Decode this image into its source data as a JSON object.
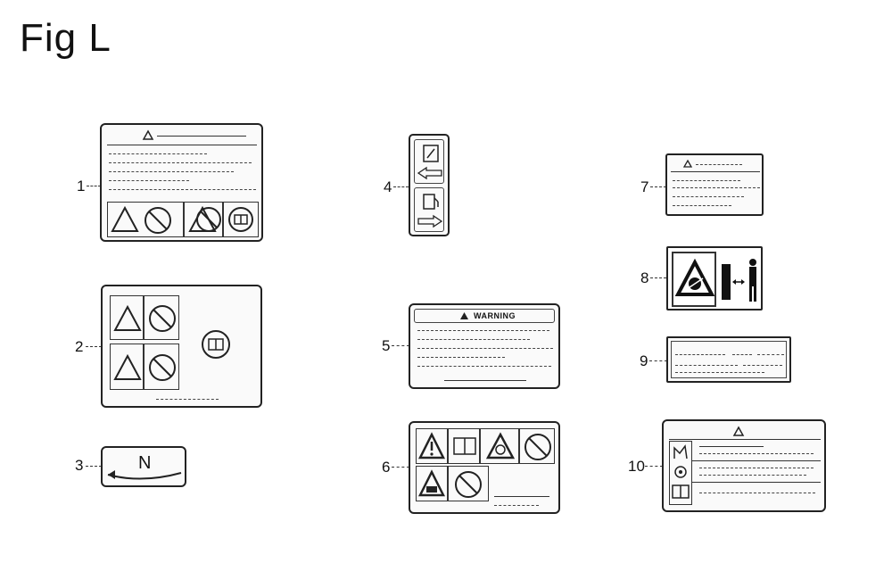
{
  "figure": {
    "title": "Fig L"
  },
  "callouts": {
    "c1": "1",
    "c2": "2",
    "c3": "3",
    "c4": "4",
    "c5": "5",
    "c6": "6",
    "c7": "7",
    "c8": "8",
    "c9": "9",
    "c10": "10"
  },
  "labels": {
    "label5": {
      "heading": "WARNING"
    },
    "label3": {
      "symbol": "N"
    }
  },
  "icons": {
    "warning": "warning-triangle-icon",
    "prohibited": "prohibition-circle-icon",
    "manual": "manual-book-icon",
    "distance": "keep-distance-person-icon",
    "fuel": "fuel-pump-icon"
  }
}
